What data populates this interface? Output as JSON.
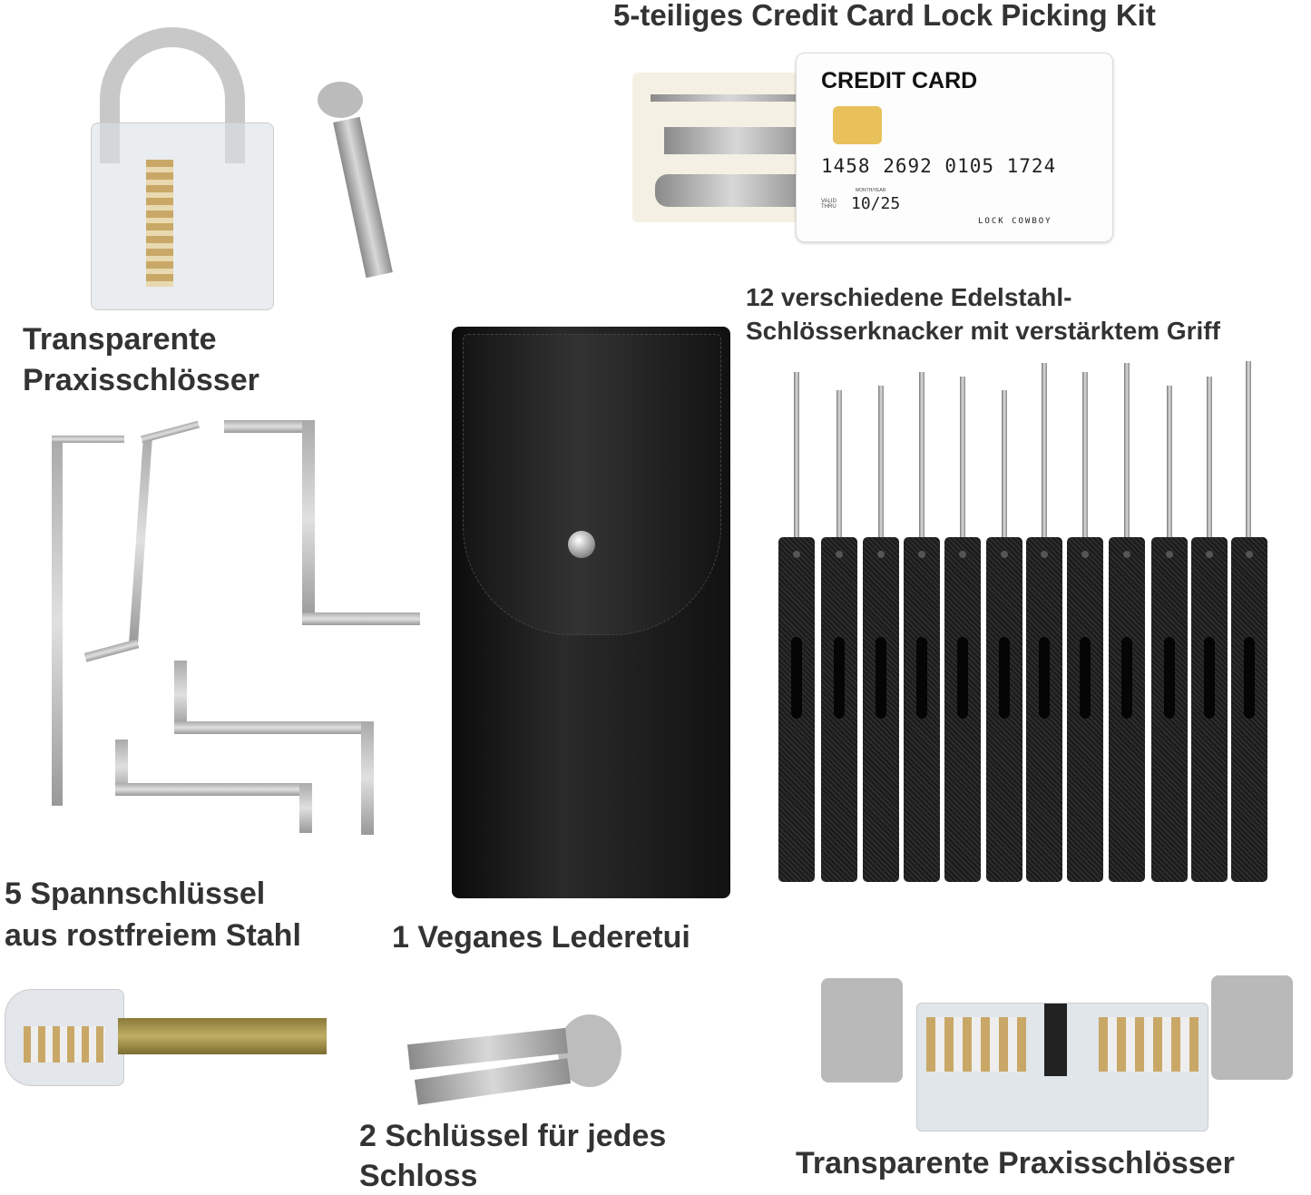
{
  "labels": {
    "card_kit_title": "5-teiliges Credit Card Lock Picking Kit",
    "padlock_line1": "Transparente",
    "padlock_line2": "Praxisschlösser",
    "picks_line1": "12 verschiedene Edelstahl-",
    "picks_line2": "Schlösserknacker mit verstärktem Griff",
    "wrenches_line1": "5 Spannschlüssel",
    "wrenches_line2": "aus rostfreiem Stahl",
    "case": "1 Veganes Lederetui",
    "keys_line1": "2 Schlüssel für jedes",
    "keys_line2": "Schloss",
    "cylinder": "Transparente Praxisschlösser"
  },
  "credit_card": {
    "title": "CREDIT CARD",
    "number": "1458 2692 0105 1724",
    "valid_label": "VALID THRU",
    "month_year_label": "MONTH/YEAR",
    "expiry": "10/25",
    "brand": "LOCK COWBOY"
  },
  "colors": {
    "text": "#333333",
    "pouch": "#141414",
    "card_holder": "#f4f1e4"
  }
}
